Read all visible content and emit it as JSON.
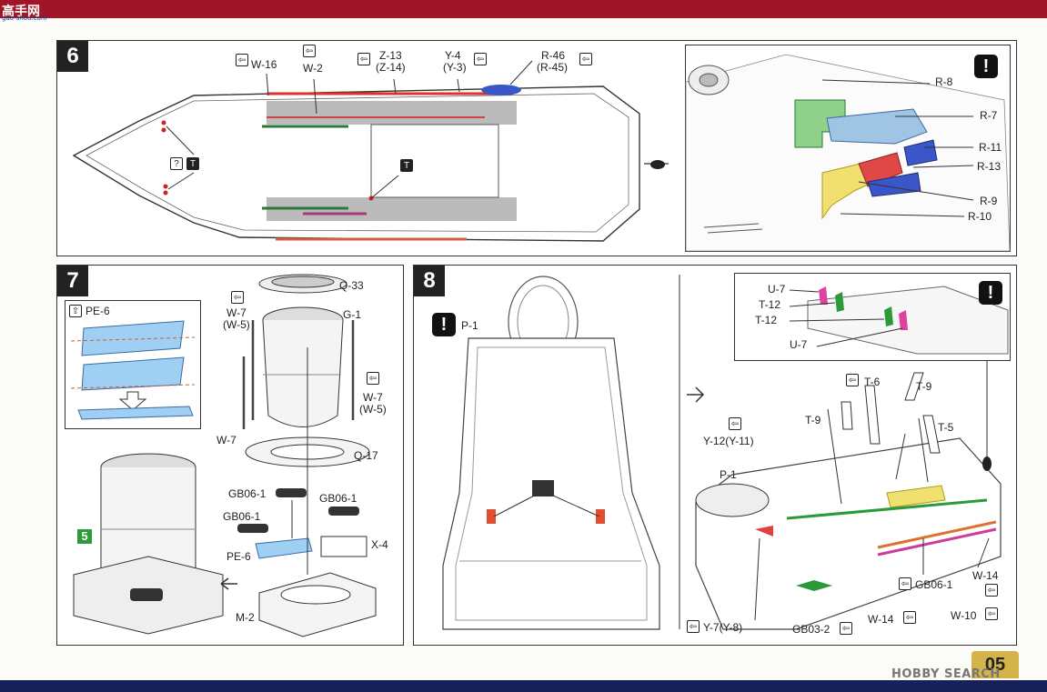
{
  "header": {
    "logo_title": "高手网",
    "logo_url": "gao-shou.com"
  },
  "footer": {
    "page_number": "05",
    "watermark": "HOBBY SEARCH"
  },
  "step6": {
    "number": "6",
    "labels": {
      "w16": "W-16",
      "w2": "W-2",
      "z13": "Z-13",
      "z14": "(Z-14)",
      "y4": "Y-4",
      "y3": "(Y-3)",
      "r46": "R-46",
      "r45": "(R-45)"
    },
    "detail": {
      "r8": "R-8",
      "r7": "R-7",
      "r11": "R-11",
      "r13": "R-13",
      "r9": "R-9",
      "r10": "R-10"
    }
  },
  "step7": {
    "number": "7",
    "inset_title": "PE-6",
    "labels": {
      "q33": "Q-33",
      "w7a": "W-7",
      "w5a": "(W-5)",
      "g1": "G-1",
      "w7b": "W-7",
      "w5b": "(W-5)",
      "w7c": "W-7",
      "q17": "Q-17",
      "gb1a": "GB06-1",
      "gb1b": "GB06-1",
      "gb1c": "GB06-1",
      "pe6": "PE-6",
      "x4": "X-4",
      "m2": "M-2",
      "ref5": "5"
    }
  },
  "step8": {
    "number": "8",
    "labels": {
      "p1a": "P-1",
      "u7a": "U-7",
      "t12a": "T-12",
      "t12b": "T-12",
      "u7b": "U-7",
      "t6": "T-6",
      "t9a": "T-9",
      "t9b": "T-9",
      "t5": "T-5",
      "y12": "Y-12(Y-11)",
      "p1b": "P-1",
      "gb06": "GB06-1",
      "w14a": "W-14",
      "w14b": "W-14",
      "w10": "W-10",
      "y7": "Y-7(Y-8)",
      "gb03": "GB03-2"
    }
  },
  "icons": {
    "warning": "!",
    "question": "?",
    "arrow": "⇦",
    "flip": "⇧"
  }
}
